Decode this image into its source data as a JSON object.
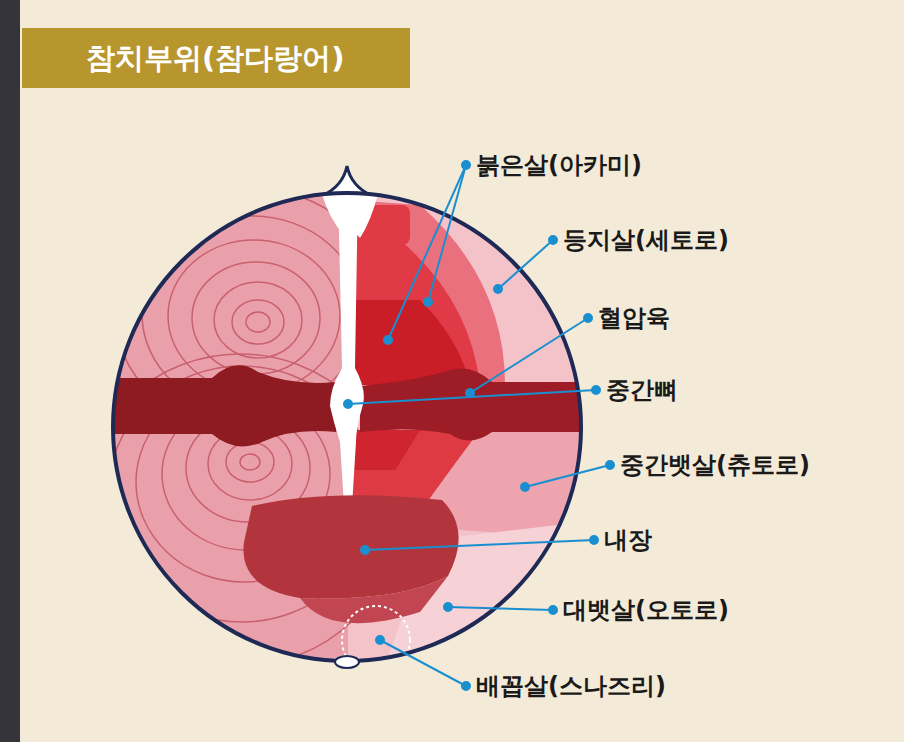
{
  "diagram": {
    "title": "참치부위(참다랑어)",
    "labels": [
      "붉은살(아카미)",
      "등지살(세토로)",
      "혈압육",
      "중간뼈",
      "중간뱃살(츄토로)",
      "내장",
      "대뱃살(오토로)",
      "배꼽살(스나즈리)"
    ]
  }
}
